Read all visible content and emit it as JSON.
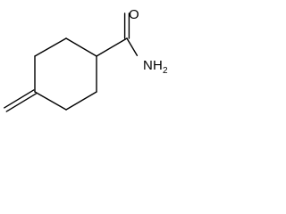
{
  "molecule": {
    "atoms": {
      "oxygen": {
        "element": "O"
      },
      "nitrogen": {
        "element": "N",
        "h_symbol": "H",
        "h_count": "2"
      }
    },
    "bonds": [
      {
        "from": "c1",
        "to": "c2",
        "order": 1
      },
      {
        "from": "c2",
        "to": "c3",
        "order": 1
      },
      {
        "from": "c3",
        "to": "c4",
        "order": 1
      },
      {
        "from": "c4",
        "to": "c5",
        "order": 1
      },
      {
        "from": "c5",
        "to": "c6",
        "order": 1
      },
      {
        "from": "c6",
        "to": "c1",
        "order": 1
      },
      {
        "from": "c1",
        "to": "carbonyl_c",
        "order": 1
      },
      {
        "from": "carbonyl_c",
        "to": "oxygen",
        "order": 2
      },
      {
        "from": "carbonyl_c",
        "to": "nitrogen",
        "order": 1
      },
      {
        "from": "c4",
        "to": "methylene_c",
        "order": 2
      }
    ],
    "colors": {
      "bond": "#000000",
      "label": "#000000",
      "background": "#ffffff"
    }
  }
}
